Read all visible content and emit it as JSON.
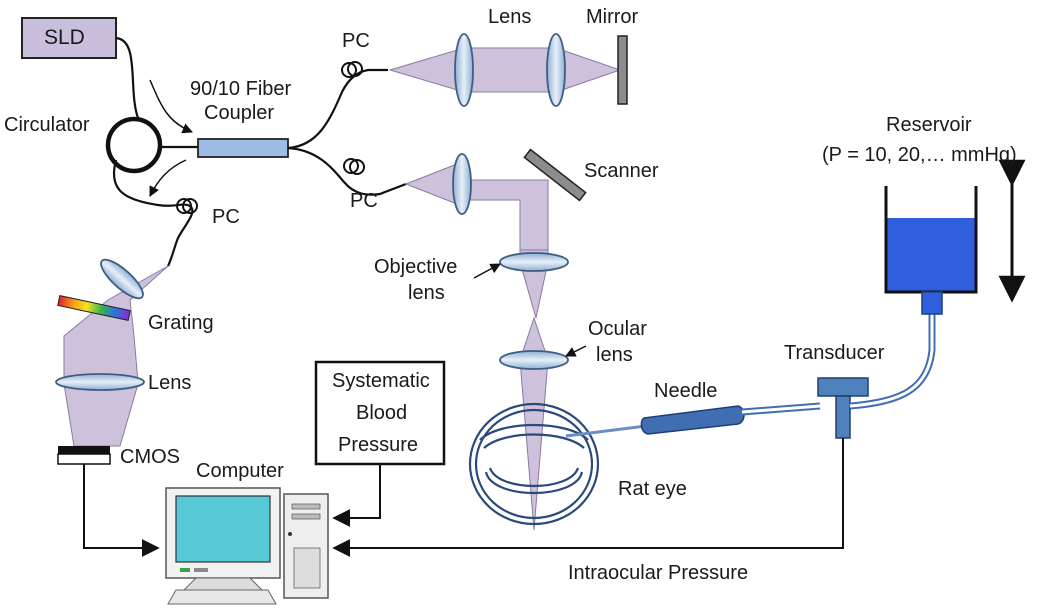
{
  "labels": {
    "sld": "SLD",
    "circulator": "Circulator",
    "fiber_coupler_1": "90/10 Fiber",
    "fiber_coupler_2": "Coupler",
    "pc_top": "PC",
    "pc_mid": "PC",
    "pc_left": "PC",
    "lens_top": "Lens",
    "mirror": "Mirror",
    "scanner": "Scanner",
    "objective_1": "Objective",
    "objective_2": "lens",
    "ocular_1": "Ocular",
    "ocular_2": "lens",
    "grating": "Grating",
    "lens_left": "Lens",
    "cmos": "CMOS",
    "computer": "Computer",
    "bp_1": "Systematic",
    "bp_2": "Blood",
    "bp_3": "Pressure",
    "needle": "Needle",
    "transducer": "Transducer",
    "reservoir": "Reservoir",
    "reservoir_pressure": "(P = 10, 20,… mmHg)",
    "rat_eye": "Rat eye",
    "iop": "Intraocular Pressure"
  },
  "colors": {
    "beam": "#cdc1dc",
    "beam_stroke": "#8a7aa3",
    "lens_fill": "#bcd3ea",
    "lens_stroke": "#3e5d83",
    "sld_fill": "#c9bedc",
    "coupler_fill": "#9dbde6",
    "mirror_fill": "#8c8c8c",
    "water": "#2f5fdc",
    "transducer_fill": "#4f81bd",
    "needle_fill": "#3f6fb2",
    "eye_stroke": "#2a4a7c",
    "screen": "#56c8d6"
  },
  "icons": [
    "arrow-icon",
    "computer-icon",
    "double-arrow-icon"
  ]
}
